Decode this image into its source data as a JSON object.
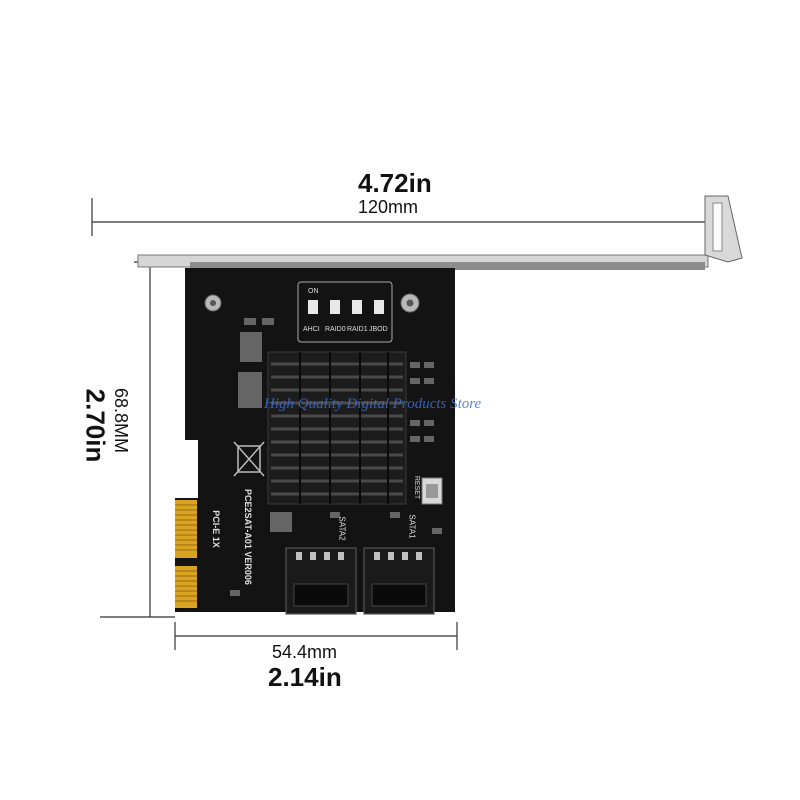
{
  "dimensions": {
    "width_in": "4.72in",
    "width_mm": "120mm",
    "height_mm": "68.8MM",
    "height_in": "2.70in",
    "pcb_width_mm": "54.4mm",
    "pcb_width_in": "2.14in"
  },
  "board": {
    "model": "PCE2SAT-A01 VER006",
    "interface": "PCI-E 1X",
    "reset_label": "RESET",
    "port1_label": "SATA1",
    "port2_label": "SATA2",
    "switch_labels": [
      "AHCI",
      "RAID0",
      "RAID1",
      "JBOD"
    ],
    "switch_on": "ON"
  },
  "watermark": "High Quality Digital Products Store",
  "colors": {
    "pcb": "#121212",
    "bracket": "#cfcfcf",
    "gold": "#d9a520",
    "heatsink": "#1c1c1c",
    "watermark": "#3f6fd0"
  }
}
